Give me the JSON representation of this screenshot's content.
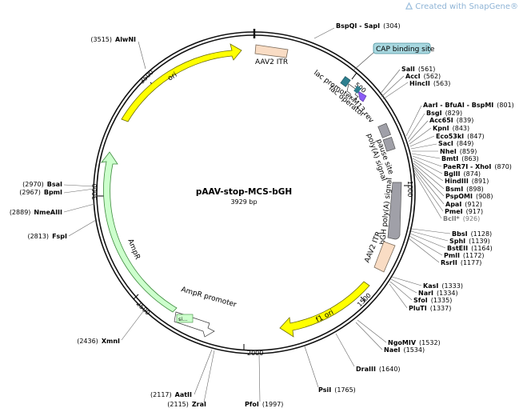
{
  "header": {
    "watermark": "Created with SnapGene®"
  },
  "plasmid": {
    "name": "pAAV-stop-MCS-bGH",
    "size_text": "3929 bp"
  },
  "ticks": [
    "500",
    "1000",
    "1500",
    "2000",
    "2500",
    "3000",
    "3500"
  ],
  "features": [
    {
      "label": "AAV2 ITR",
      "color": "#f9dcc4"
    },
    {
      "label": "ori",
      "color": "#ffff00"
    },
    {
      "label": "CAP binding site",
      "color": "#a8d8e0"
    },
    {
      "label": "lac promoter",
      "color": "#ffffff"
    },
    {
      "label": "M13 rev",
      "color": "#8b5cf6"
    },
    {
      "label": "lac operator",
      "color": "#2d7f8f"
    },
    {
      "label": "pause site",
      "color": "#a0a0a8"
    },
    {
      "label": "poly(A) signal",
      "color": "#a0a0a8"
    },
    {
      "label": "bGH poly(A) signal",
      "color": "#a0a0a8"
    },
    {
      "label": "AAV2 ITR",
      "color": "#f9dcc4"
    },
    {
      "label": "f1 ori",
      "color": "#ffff00"
    },
    {
      "label": "AmpR",
      "color": "#ccffcc"
    },
    {
      "label": "AmpR promoter",
      "color": "#ffffff"
    },
    {
      "label": "si...",
      "color": "#ccffcc"
    }
  ],
  "sites_right": [
    {
      "name": "BspQI - SapI",
      "pos": "(304)"
    },
    {
      "name": "SalI",
      "pos": "(561)"
    },
    {
      "name": "AccI",
      "pos": "(562)"
    },
    {
      "name": "HincII",
      "pos": "(563)"
    },
    {
      "name": "AarI - BfuAI - BspMI",
      "pos": "(801)"
    },
    {
      "name": "BsgI",
      "pos": "(829)"
    },
    {
      "name": "Acc65I",
      "pos": "(839)"
    },
    {
      "name": "KpnI",
      "pos": "(843)"
    },
    {
      "name": "Eco53kI",
      "pos": "(847)"
    },
    {
      "name": "SacI",
      "pos": "(849)"
    },
    {
      "name": "NheI",
      "pos": "(859)"
    },
    {
      "name": "BmtI",
      "pos": "(863)"
    },
    {
      "name": "PaeR7I - XhoI",
      "pos": "(870)"
    },
    {
      "name": "BglII",
      "pos": "(874)"
    },
    {
      "name": "HindIII",
      "pos": "(891)"
    },
    {
      "name": "BsmI",
      "pos": "(898)"
    },
    {
      "name": "PspOMI",
      "pos": "(908)"
    },
    {
      "name": "ApaI",
      "pos": "(912)"
    },
    {
      "name": "PmeI",
      "pos": "(917)"
    },
    {
      "name": "BclI*",
      "pos": "(926)"
    },
    {
      "name": "BbsI",
      "pos": "(1128)"
    },
    {
      "name": "SphI",
      "pos": "(1139)"
    },
    {
      "name": "BstEII",
      "pos": "(1164)"
    },
    {
      "name": "PmlI",
      "pos": "(1172)"
    },
    {
      "name": "RsrII",
      "pos": "(1177)"
    },
    {
      "name": "KasI",
      "pos": "(1333)"
    },
    {
      "name": "NarI",
      "pos": "(1334)"
    },
    {
      "name": "SfoI",
      "pos": "(1335)"
    },
    {
      "name": "PluTI",
      "pos": "(1337)"
    },
    {
      "name": "NgoMIV",
      "pos": "(1532)"
    },
    {
      "name": "NaeI",
      "pos": "(1534)"
    },
    {
      "name": "DraIII",
      "pos": "(1640)"
    },
    {
      "name": "PsiI",
      "pos": "(1765)"
    },
    {
      "name": "PfoI",
      "pos": "(1997)"
    }
  ],
  "sites_left": [
    {
      "name": "AlwNI",
      "pos": "(3515)"
    },
    {
      "name": "BsaI",
      "pos": "(2970)"
    },
    {
      "name": "BpmI",
      "pos": "(2967)"
    },
    {
      "name": "NmeAIII",
      "pos": "(2889)"
    },
    {
      "name": "FspI",
      "pos": "(2813)"
    },
    {
      "name": "XmnI",
      "pos": "(2436)"
    },
    {
      "name": "AatII",
      "pos": "(2117)"
    },
    {
      "name": "ZraI",
      "pos": "(2115)"
    }
  ]
}
